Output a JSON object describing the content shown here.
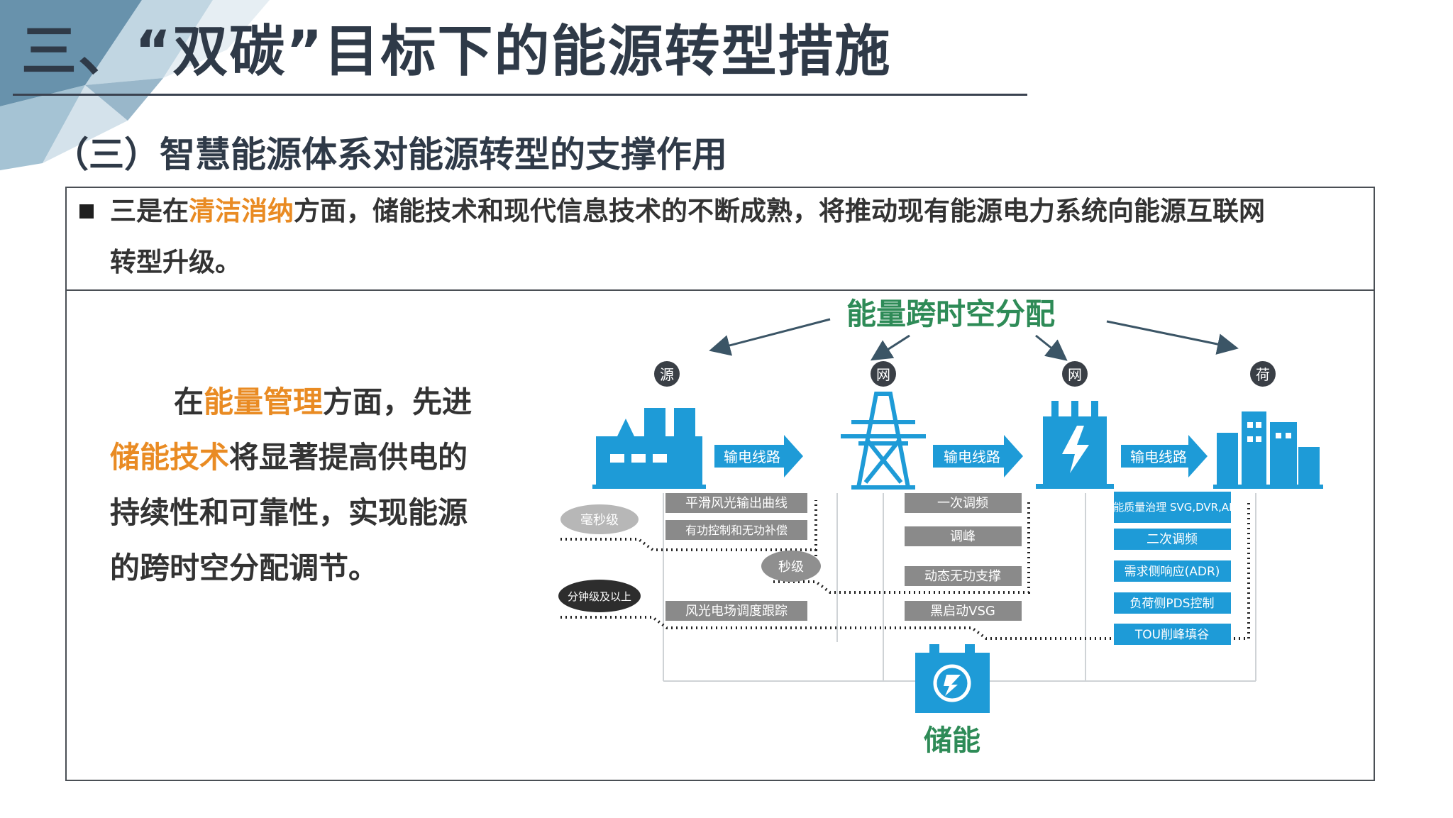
{
  "header": {
    "title": "三、“双碳”目标下的能源转型措施",
    "subtitle": "（三）智慧能源体系对能源转型的支撑作用"
  },
  "bullet": {
    "line1_pre": "三是在",
    "line1_highlight": "清洁消纳",
    "line1_post": "方面，储能技术和现代信息技术的不断成熟，将推动现有能源电力系统向能源互联网",
    "line2": "转型升级。"
  },
  "left_paragraph": {
    "l1_pre": "在",
    "l1_highlight": "能量管理",
    "l1_post": "方面，先进",
    "l2_highlight": "储能技术",
    "l2_post": "将显著提高供电的",
    "l3": "持续性和可靠性，实现能源",
    "l4": "的跨时空分配调节。"
  },
  "diagram": {
    "top_label": "能量跨时空分配",
    "nodes": [
      "源",
      "网",
      "网",
      "荷"
    ],
    "line_labels": [
      "输电线路",
      "输电线路",
      "输电线路"
    ],
    "timescales": [
      "毫秒级",
      "秒级",
      "分钟级及以上"
    ],
    "source_boxes": [
      "平滑风光输出曲线",
      "有功控制和无功补偿",
      "风光电场调度跟踪"
    ],
    "grid_boxes": [
      "一次调频",
      "调峰",
      "动态无功支撑",
      "黑启动VSG"
    ],
    "load_boxes": [
      "电能质量治理 SVG,DVR,APF",
      "二次调频",
      "需求侧响应(ADR)",
      "负荷侧PDS控制",
      "TOU削峰填谷"
    ],
    "storage_label": "储能",
    "colors": {
      "accent": "#1e9bd7",
      "green_title": "#2e8b57",
      "gray_box": "#8a8a8a",
      "orange": "#e98b23"
    }
  }
}
